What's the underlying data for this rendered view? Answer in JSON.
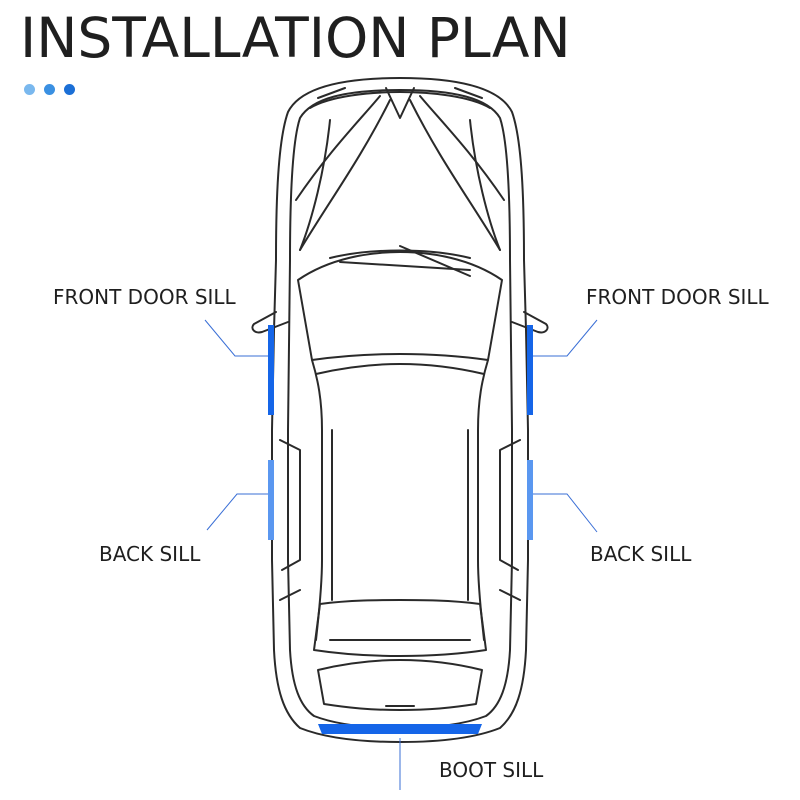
{
  "title": "INSTALLATION PLAN",
  "dot_colors": [
    "#7ab8ee",
    "#3a90e2",
    "#1b6fd6"
  ],
  "accent_color": "#1565e8",
  "labels": {
    "front_left": "FRONT DOOR SILL",
    "front_right": "FRONT DOOR SILL",
    "back_left": "BACK SILL",
    "back_right": "BACK SILL",
    "boot": "BOOT SILL"
  }
}
